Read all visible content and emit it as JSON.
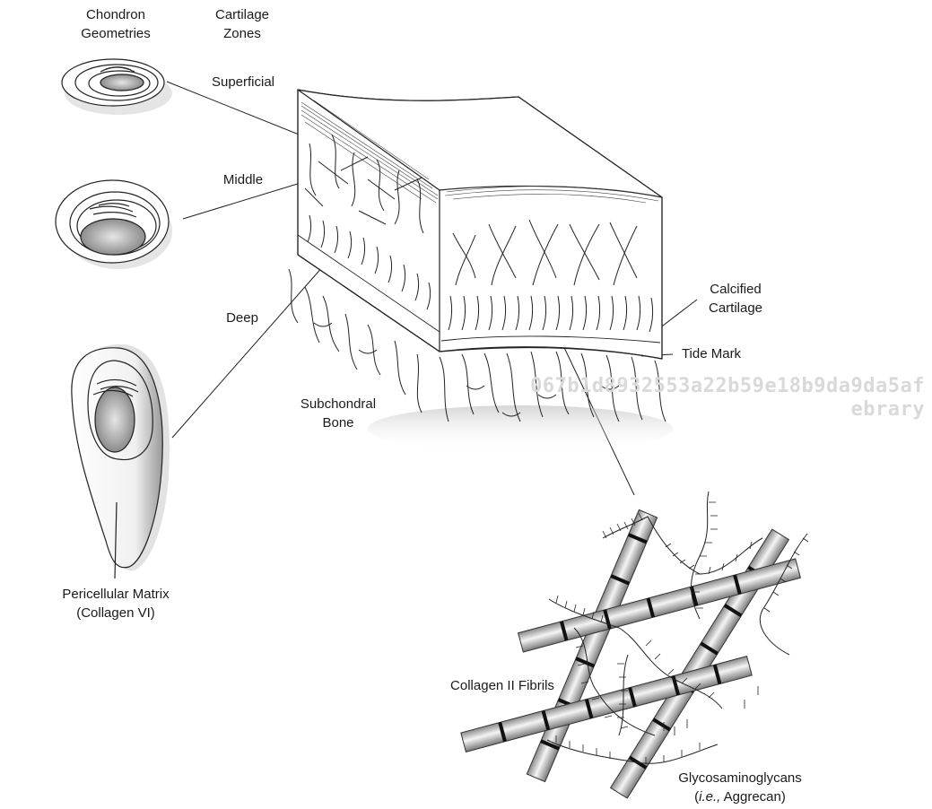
{
  "headers": {
    "chondron_line1": "Chondron",
    "chondron_line2": "Geometries",
    "zones_line1": "Cartilage",
    "zones_line2": "Zones"
  },
  "zones": {
    "superficial": "Superficial",
    "middle": "Middle",
    "deep": "Deep"
  },
  "labels": {
    "calcified_line1": "Calcified",
    "calcified_line2": "Cartilage",
    "tide_mark": "Tide Mark",
    "subchondral_line1": "Subchondral",
    "subchondral_line2": "Bone",
    "pericellular_line1": "Pericellular Matrix",
    "pericellular_line2": "(Collagen VI)",
    "collagen_fibrils": "Collagen II Fibrils",
    "gag_line1": "Glycosaminoglycans",
    "gag_line2_italic": "i.e.,",
    "gag_line2_rest": "Aggrecan"
  },
  "watermark": {
    "line1": "067b1d8932553a22b59e18b9da9da5af",
    "line2": "ebrary"
  }
}
